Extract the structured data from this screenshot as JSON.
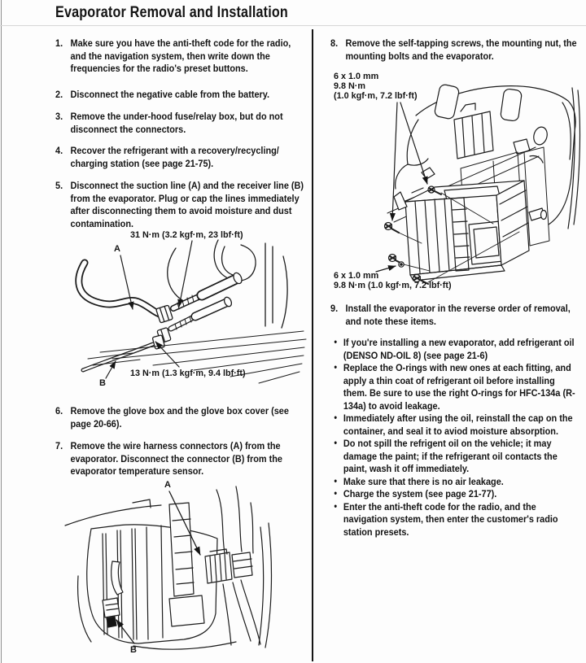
{
  "page": {
    "title": "Evaporator Removal and Installation"
  },
  "colors": {
    "ink": "#141414",
    "paper": "#fdfdfd",
    "divider": "#161616"
  },
  "left_column": {
    "steps": [
      {
        "num": "1.",
        "text": "Make sure you have the anti-theft code for the radio, and the navigation system, then write down the frequencies for the radio's preset buttons."
      },
      {
        "num": "2.",
        "text": "Disconnect the negative cable from the battery."
      },
      {
        "num": "3.",
        "text": "Remove the under-hood fuse/relay box, but do not disconnect the connectors."
      },
      {
        "num": "4.",
        "text": "Recover the refrigerant with a recovery/recycling/ charging station (see page 21-75)."
      },
      {
        "num": "5.",
        "text": "Disconnect the suction line (A) and the receiver line (B) from the evaporator. Plug or cap the lines immediately after disconnecting them to avoid moisture and dust contamination."
      },
      {
        "num": "6.",
        "text": "Remove the glove box and the glove box cover (see page 20-66)."
      },
      {
        "num": "7.",
        "text": "Remove the wire harness connectors (A) from the evaporator. Disconnect the connector (B) from the evaporator temperature sensor."
      }
    ]
  },
  "right_column": {
    "steps": [
      {
        "num": "8.",
        "text": "Remove the self-tapping screws, the mounting nut, the mounting bolts and the evaporator."
      },
      {
        "num": "9.",
        "text": "Install the evaporator in the reverse order of removal, and note these items."
      }
    ],
    "bullet_glyph": "•",
    "bullets": [
      "If you're installing a new evaporator, add refrigerant oil (DENSO ND-OIL 8) (see page 21-6)",
      "Replace the O-rings with new ones at each fitting, and apply a thin coat of refrigerant oil before installing them. Be sure to use the right O-rings for HFC-134a (R-134a) to avoid leakage.",
      "Immediately after using the oil, reinstall the cap on the container, and seal it to aviod moisture absorption.",
      "Do not spill the refrigent oil on the vehicle; it may damage the paint; if the refrigerant oil contacts the paint, wash it off immediately.",
      "Make sure that there is no air leakage.",
      "Charge the system (see page 21-77).",
      "Enter the anti-theft code for the radio, and the navigation system, then enter the customer's radio station presets."
    ]
  },
  "figure1": {
    "torque_top": "31 N·m (3.2 kgf·m, 23 lbf·ft)",
    "torque_bottom": "13 N·m (1.3 kgf·m, 9.4 lbf·ft)",
    "label_a": "A",
    "label_b": "B"
  },
  "figure2": {
    "bolt_spec_top_l1": "6 x 1.0 mm",
    "bolt_spec_top_l2": "9.8 N·m",
    "bolt_spec_top_l3": "(1.0 kgf·m, 7.2 lbf·ft)",
    "bolt_spec_bottom_l1": "6 x 1.0 mm",
    "bolt_spec_bottom_l2": "9.8 N·m (1.0 kgf·m, 7.2 lbf·ft)"
  },
  "figure3": {
    "label_a": "A",
    "label_b": "B"
  }
}
